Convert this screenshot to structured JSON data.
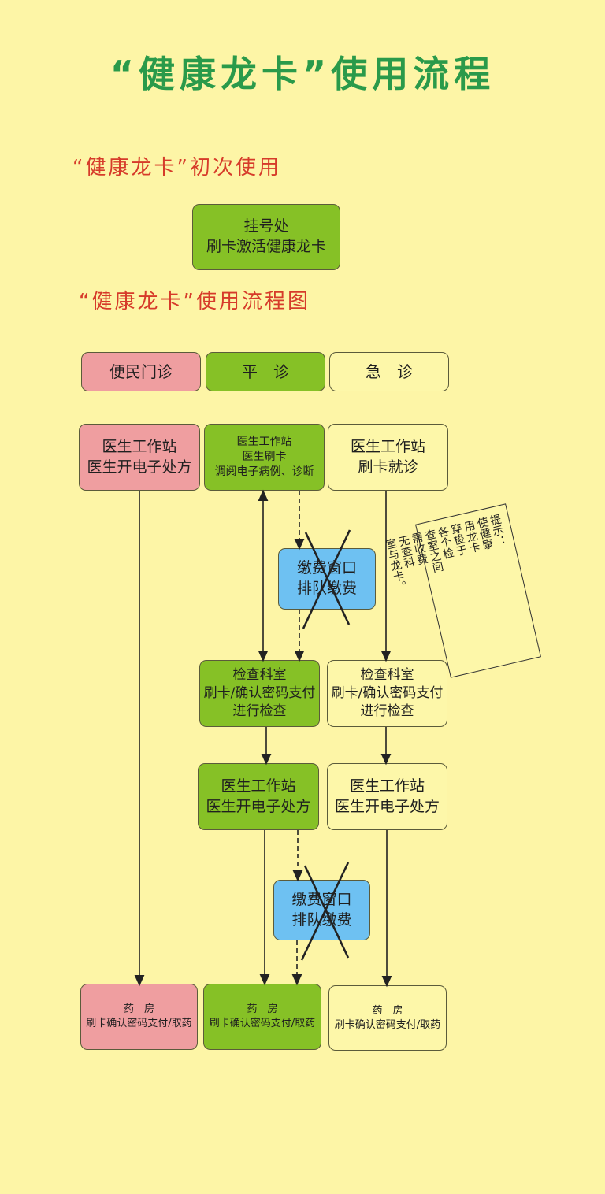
{
  "title": "“健康龙卡”使用流程",
  "section_first_use": "“健康龙卡”初次使用",
  "section_flow": "“健康龙卡”使用流程图",
  "registration": {
    "line1": "挂号处",
    "line2": "刷卡激活健康龙卡"
  },
  "columns": {
    "convenience": "便民门诊",
    "regular": "平　诊",
    "emergency": "急　诊"
  },
  "convenience": {
    "doctor": {
      "line1": "医生工作站",
      "line2": "医生开电子处方"
    },
    "pharmacy": {
      "line1": "药　房",
      "line2": "刷卡确认密码支付/取药"
    }
  },
  "regular": {
    "doctor1": {
      "line1": "医生工作站",
      "line2": "医生刷卡",
      "line3": "调阅电子病例、诊断"
    },
    "payment1": {
      "line1": "缴费窗口",
      "line2": "排队缴费"
    },
    "exam": {
      "line1": "检查科室",
      "line2": "刷卡/确认密码支付",
      "line3": "进行检查"
    },
    "doctor2": {
      "line1": "医生工作站",
      "line2": "医生开电子处方"
    },
    "payment2": {
      "line1": "缴费窗口",
      "line2": "排队缴费"
    },
    "pharmacy": {
      "line1": "药　房",
      "line2": "刷卡确认密码支付/取药"
    }
  },
  "emergency": {
    "doctor1": {
      "line1": "医生工作站",
      "line2": "刷卡就诊"
    },
    "exam": {
      "line1": "检查科室",
      "line2": "刷卡/确认密码支付",
      "line3": "进行检查"
    },
    "doctor2": {
      "line1": "医生工作站",
      "line2": "医生开电子处方"
    },
    "pharmacy": {
      "line1": "药　房",
      "line2": "刷卡确认密码支付/取药"
    }
  },
  "note": "提示：\n使健康\n用龙卡\n穿梭于\n各个检\n查室之间\n需收费\n无查科\n室与龙卡。"
}
